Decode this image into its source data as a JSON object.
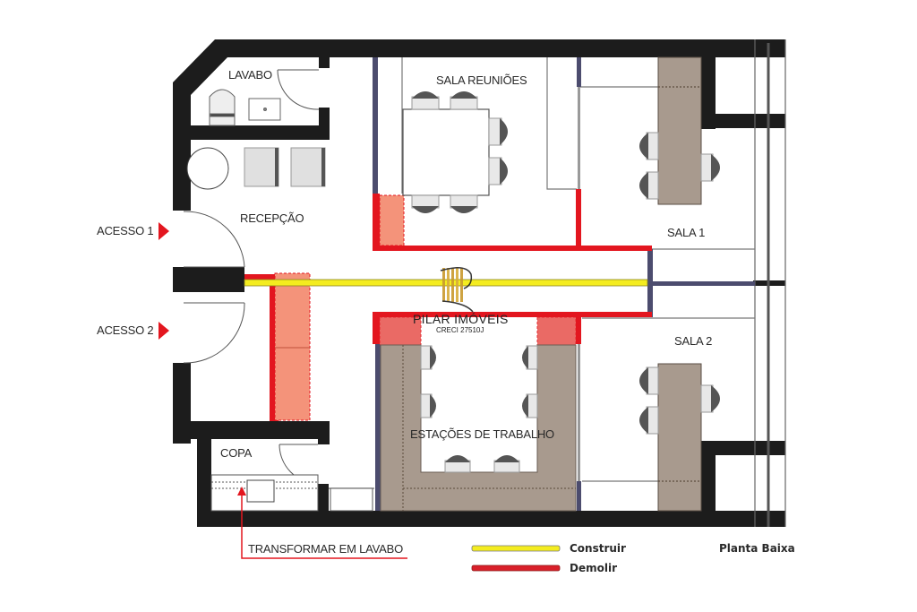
{
  "plan": {
    "title": "Planta Baixa",
    "rooms": {
      "lavabo": "LAVABO",
      "sala_reunioes": "SALA REUNIÕES",
      "sala1": "SALA 1",
      "recepcao": "RECEPÇÃO",
      "sala2": "SALA 2",
      "estacoes": "ESTAÇÕES DE TRABALHO",
      "copa": "COPA"
    },
    "accesses": [
      {
        "label": "ACESSO 1"
      },
      {
        "label": "ACESSO 2"
      }
    ],
    "annotation": "TRANSFORMAR EM LAVABO"
  },
  "legend": {
    "items": [
      {
        "label": "Construir",
        "color": "#f2ea1a"
      },
      {
        "label": "Demolir",
        "color": "#d9202a"
      }
    ]
  },
  "watermark": {
    "name": "PILAR IMÓVEIS",
    "creci": "CRECI 27510J"
  },
  "colors": {
    "wall": "#1c1c1c",
    "demolish": "#e3161f",
    "demolish_fill": "#f4937a",
    "build": "#f4ec1f",
    "partition": "#4c4c6e",
    "desk": "#a89a8e",
    "logo_gold": "#c99a2e"
  }
}
